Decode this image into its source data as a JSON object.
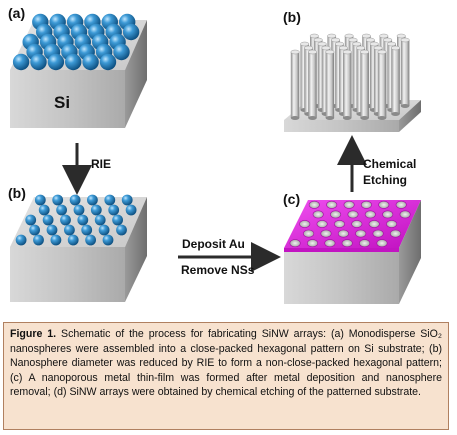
{
  "panels": {
    "a": {
      "label": "(a)",
      "substrate_text": "Si"
    },
    "b_left": {
      "label": "(b)"
    },
    "c": {
      "label": "(c)"
    },
    "d": {
      "label": "(b)"
    }
  },
  "arrows": {
    "rie": "RIE",
    "deposit": "Deposit Au",
    "remove": "Remove NSs",
    "chemical": "Chemical",
    "etching": "Etching"
  },
  "caption": {
    "label": "Figure 1.",
    "text": " Schematic of the process for fabricating SiNW arrays: (a) Monodisperse SiO₂ nanospheres were assembled into a close-packed hexagonal pattern on Si substrate; (b) Nanosphere diameter was reduced by RIE to form a non-close-packed hexagonal pattern; (c) A nanoporous metal thin-film was formed after metal deposition and nanosphere removal; (d) SiNW arrays were obtained by chemical etching of the patterned substrate."
  },
  "colors": {
    "sphere": "#2b86c4",
    "gold_film": "#e020e0",
    "silicon_top": "#d4d4d4",
    "silicon_front": "#bfbfbf",
    "silicon_side": "#9a9a9a",
    "caption_bg": "#f7e2cf"
  }
}
